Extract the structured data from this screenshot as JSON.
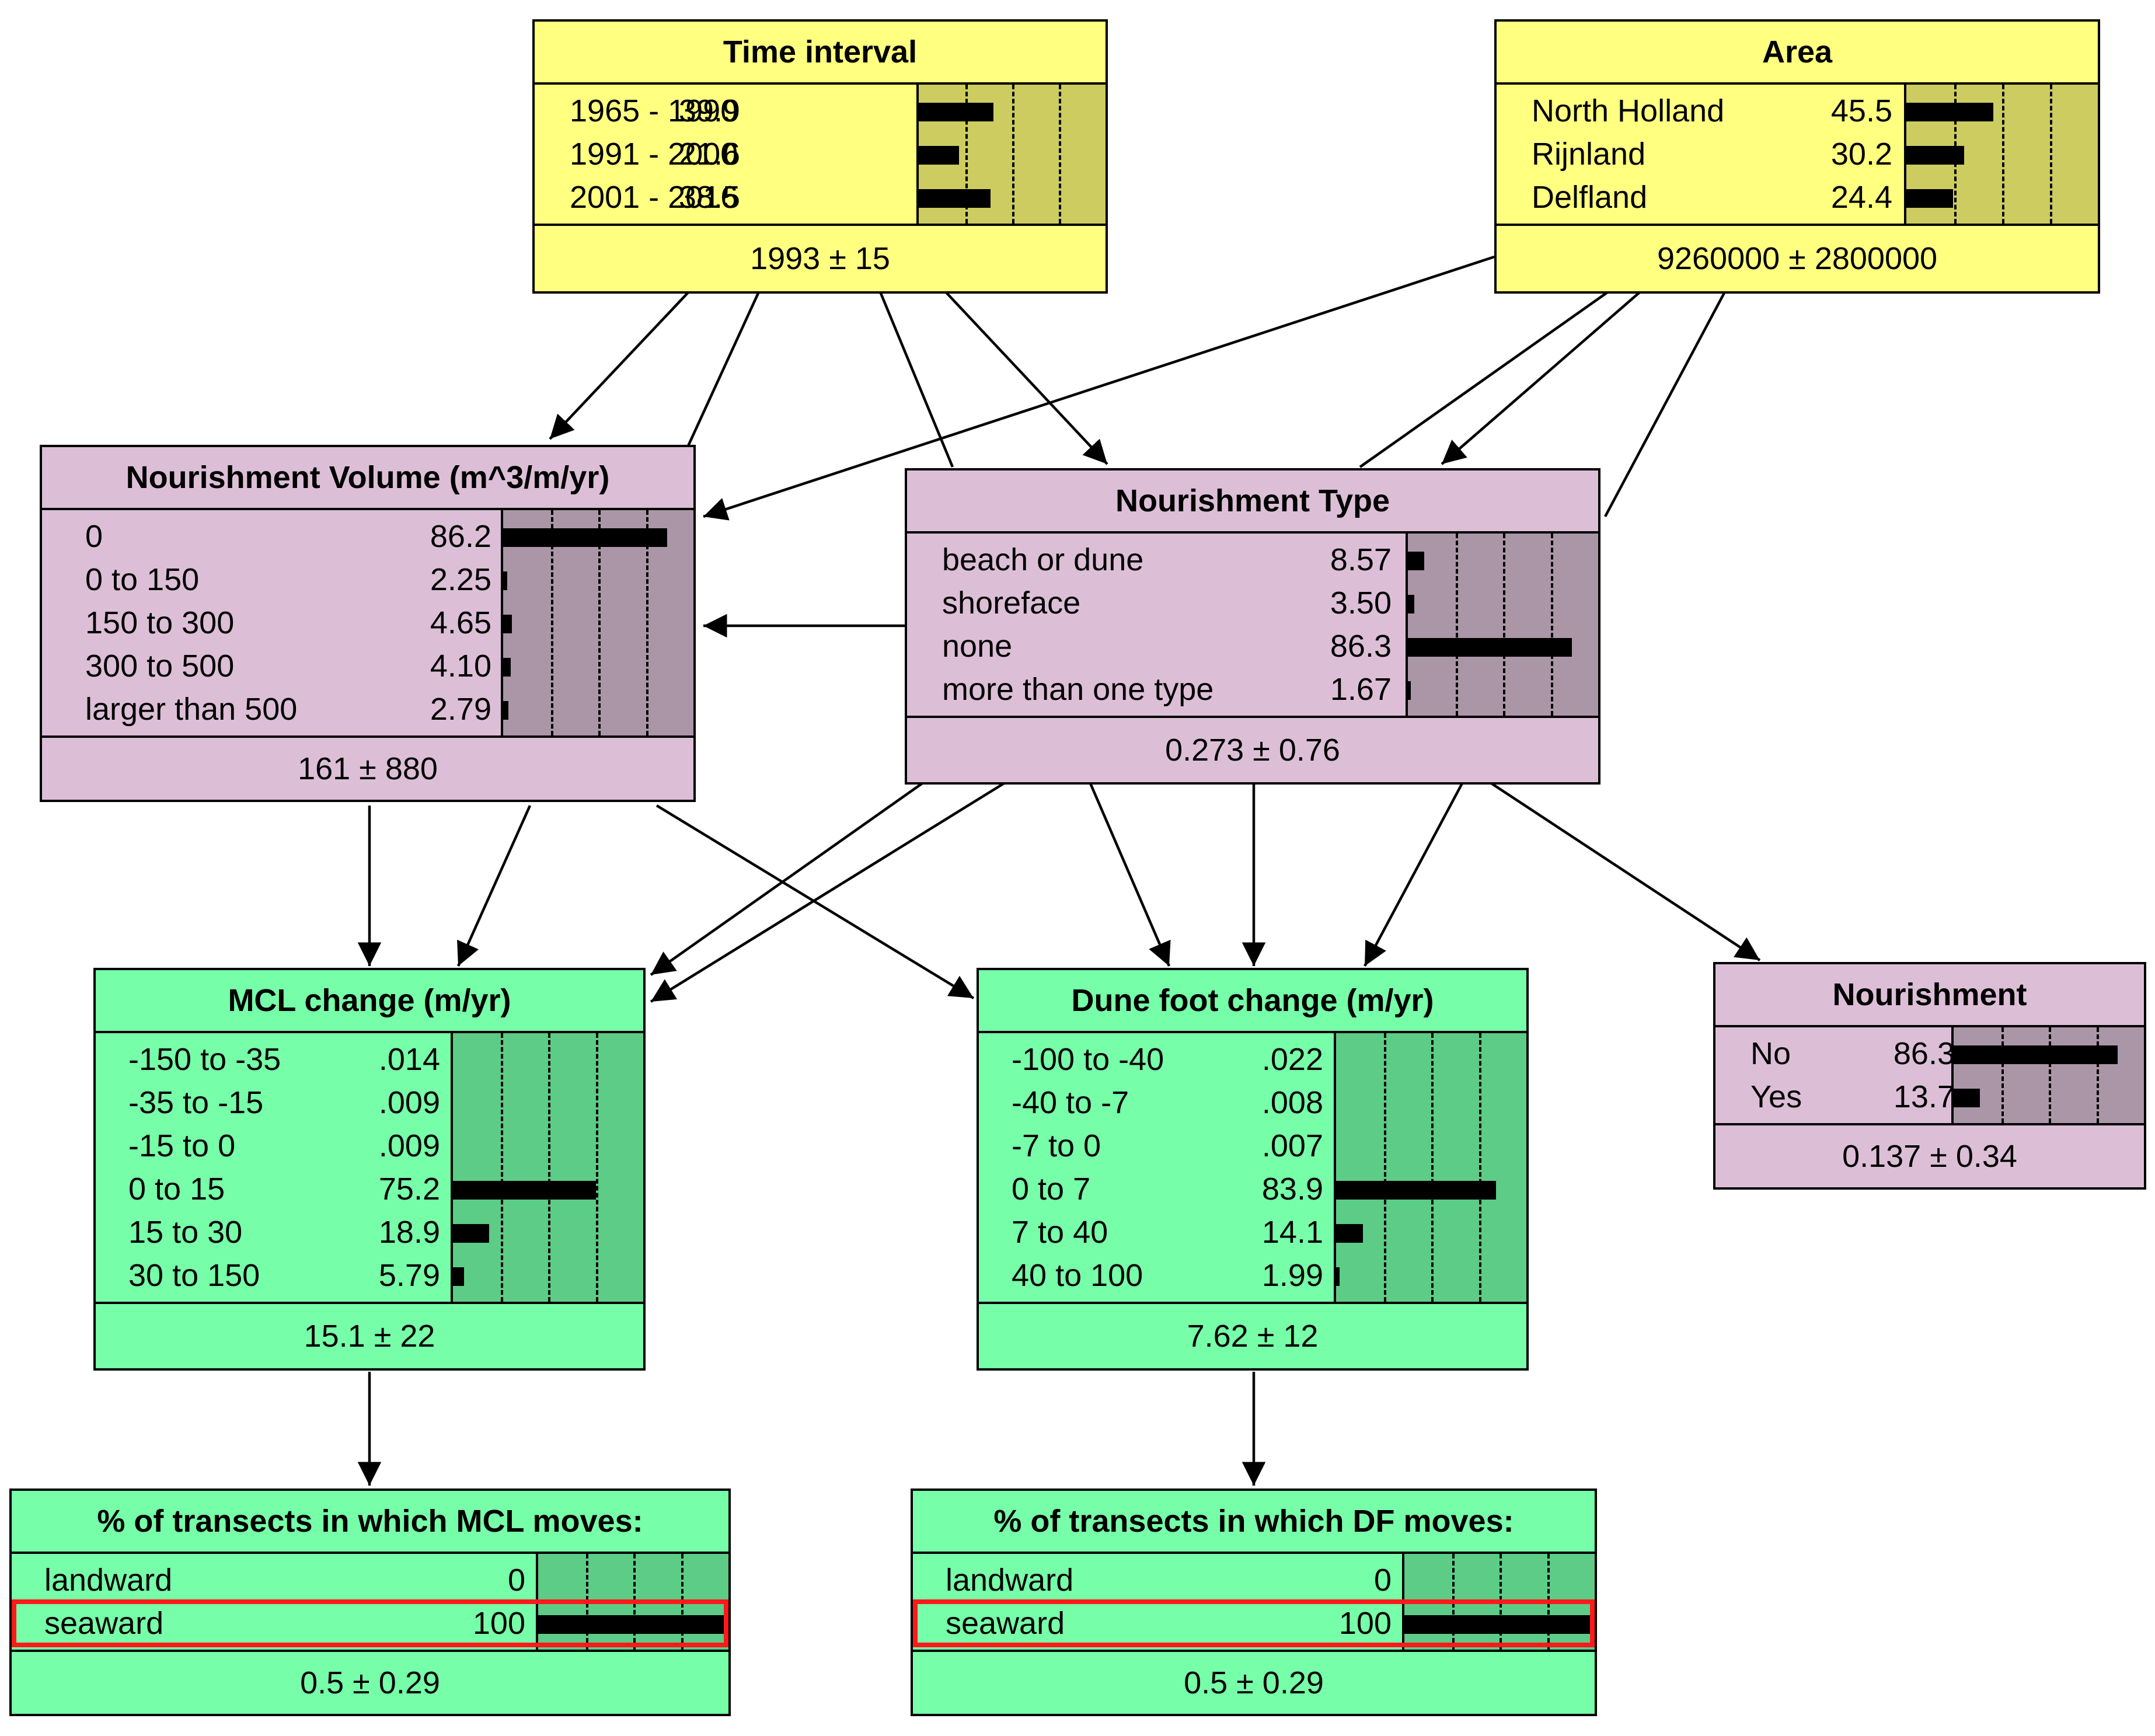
{
  "nodes": {
    "time": {
      "title": "Time interval",
      "rows": [
        {
          "label": "1965 - 1990",
          "value": "39.9",
          "pct": 39.9
        },
        {
          "label": "1991 - 2000",
          "value": "21.6",
          "pct": 21.6
        },
        {
          "label": "2001 - 2016",
          "value": "38.5",
          "pct": 38.5
        }
      ],
      "summary": "1993 ± 15",
      "color": "#ffff80"
    },
    "area": {
      "title": "Area",
      "rows": [
        {
          "label": "North Holland",
          "value": "45.5",
          "pct": 45.5
        },
        {
          "label": "Rijnland",
          "value": "30.2",
          "pct": 30.2
        },
        {
          "label": "Delfland",
          "value": "24.4",
          "pct": 24.4
        }
      ],
      "summary": "9260000 ± 2800000",
      "color": "#ffff80"
    },
    "vol": {
      "title": "Nourishment Volume (m^3/m/yr)",
      "rows": [
        {
          "label": "0",
          "value": "86.2",
          "pct": 86.2
        },
        {
          "label": "0 to 150",
          "value": "2.25",
          "pct": 2.25
        },
        {
          "label": "150 to 300",
          "value": "4.65",
          "pct": 4.65
        },
        {
          "label": "300 to 500",
          "value": "4.10",
          "pct": 4.1
        },
        {
          "label": "larger than 500",
          "value": "2.79",
          "pct": 2.79
        }
      ],
      "summary": "161 ± 880",
      "color": "#dcbfd7"
    },
    "type": {
      "title": "Nourishment Type",
      "rows": [
        {
          "label": "beach or dune",
          "value": "8.57",
          "pct": 8.57
        },
        {
          "label": "shoreface",
          "value": "3.50",
          "pct": 3.5
        },
        {
          "label": "none",
          "value": "86.3",
          "pct": 86.3
        },
        {
          "label": "more than one type",
          "value": "1.67",
          "pct": 1.67
        }
      ],
      "summary": "0.273 ± 0.76",
      "color": "#dcbfd7"
    },
    "nour": {
      "title": "Nourishment",
      "rows": [
        {
          "label": "No",
          "value": "86.3",
          "pct": 86.3
        },
        {
          "label": "Yes",
          "value": "13.7",
          "pct": 13.7
        }
      ],
      "summary": "0.137 ± 0.34",
      "color": "#dcbfd7"
    },
    "mcl": {
      "title": "MCL change (m/yr)",
      "rows": [
        {
          "label": "-150 to -35",
          "value": ".014",
          "pct": 0.014
        },
        {
          "label": "-35 to -15",
          "value": ".009",
          "pct": 0.009
        },
        {
          "label": "-15 to 0",
          "value": ".009",
          "pct": 0.009
        },
        {
          "label": "0 to 15",
          "value": "75.2",
          "pct": 75.2
        },
        {
          "label": "15 to 30",
          "value": "18.9",
          "pct": 18.9
        },
        {
          "label": "30 to 150",
          "value": "5.79",
          "pct": 5.79
        }
      ],
      "summary": "15.1 ± 22",
      "color": "#76ffa8"
    },
    "dune": {
      "title": "Dune foot change (m/yr)",
      "rows": [
        {
          "label": "-100 to -40",
          "value": ".022",
          "pct": 0.022
        },
        {
          "label": "-40 to -7",
          "value": ".008",
          "pct": 0.008
        },
        {
          "label": "-7 to 0",
          "value": ".007",
          "pct": 0.007
        },
        {
          "label": "0 to 7",
          "value": "83.9",
          "pct": 83.9
        },
        {
          "label": "7 to 40",
          "value": "14.1",
          "pct": 14.1
        },
        {
          "label": "40 to 100",
          "value": "1.99",
          "pct": 1.99
        }
      ],
      "summary": "7.62 ± 12",
      "color": "#76ffa8"
    },
    "mclmove": {
      "title": "% of transects in which MCL moves:",
      "rows": [
        {
          "label": "landward",
          "value": "0",
          "pct": 0
        },
        {
          "label": "seaward",
          "value": "100",
          "pct": 100,
          "highlight": true
        }
      ],
      "summary": "0.5 ± 0.29",
      "color": "#76ffa8"
    },
    "dfmove": {
      "title": "% of transects in which DF moves:",
      "rows": [
        {
          "label": "landward",
          "value": "0",
          "pct": 0
        },
        {
          "label": "seaward",
          "value": "100",
          "pct": 100,
          "highlight": true
        }
      ],
      "summary": "0.5 ± 0.29",
      "color": "#76ffa8"
    }
  },
  "highlight_color": "#ff1a1a"
}
